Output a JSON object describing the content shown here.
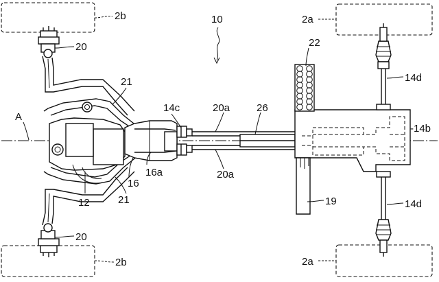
{
  "figure": {
    "labels": {
      "ref_10": "10",
      "ref_2a_top": "2a",
      "ref_2a_bottom": "2a",
      "ref_2b_top": "2b",
      "ref_2b_bottom": "2b",
      "ref_20_top": "20",
      "ref_20_bottom": "20",
      "ref_21_top": "21",
      "ref_21_bottom": "21",
      "ref_22": "22",
      "ref_14c": "14c",
      "ref_20a_top": "20a",
      "ref_20a_bottom": "20a",
      "ref_26": "26",
      "ref_14d_top": "14d",
      "ref_14d_bottom": "14d",
      "ref_14b": "-14b",
      "ref_A": "A",
      "ref_16a": "16a",
      "ref_16": "16",
      "ref_12": "12",
      "ref_19": "19"
    }
  }
}
